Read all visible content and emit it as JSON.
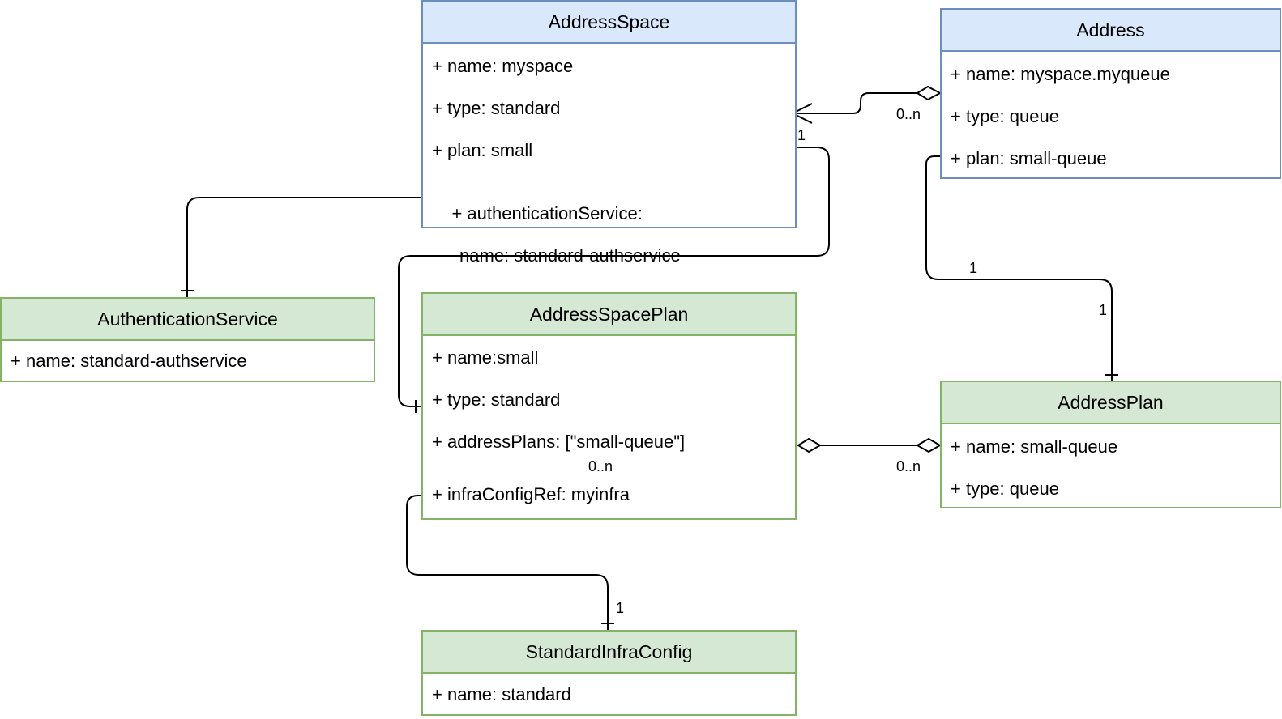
{
  "classes": {
    "address_space": {
      "name": "AddressSpace",
      "attributes": [
        "+ name: myspace",
        "+ type: standard",
        "+ plan: small"
      ],
      "auth_attr_line1": "+ authenticationService:",
      "auth_attr_line2": "name: standard-authservice"
    },
    "address": {
      "name": "Address",
      "attributes": [
        "+ name: myspace.myqueue",
        "+ type: queue",
        "+ plan: small-queue"
      ]
    },
    "authentication_service": {
      "name": "AuthenticationService",
      "attributes": [
        "+ name: standard-authservice"
      ]
    },
    "address_space_plan": {
      "name": "AddressSpacePlan",
      "attributes": [
        "+ name:small",
        "+ type: standard",
        "+ addressPlans: [\"small-queue\"]",
        "+ infraConfigRef: myinfra"
      ]
    },
    "address_plan": {
      "name": "AddressPlan",
      "attributes": [
        "+ name: small-queue",
        "+ type: queue"
      ]
    },
    "standard_infra_config": {
      "name": "StandardInfraConfig",
      "attributes": [
        "+ name: standard"
      ]
    }
  },
  "multiplicities": {
    "address_to_space": "0..n",
    "space_plan_end": "1",
    "address_plan_end_a": "1",
    "address_plan_end_b": "1",
    "plan_aggregation_near_plan": "0..n",
    "plan_aggregation_near_addressplan": "0..n",
    "infra_config_end": "1"
  },
  "colors": {
    "blue_fill": "#dae8fc",
    "blue_stroke": "#6c8ebf",
    "green_fill": "#d5e8d4",
    "green_stroke": "#82b366",
    "line": "#000000"
  }
}
